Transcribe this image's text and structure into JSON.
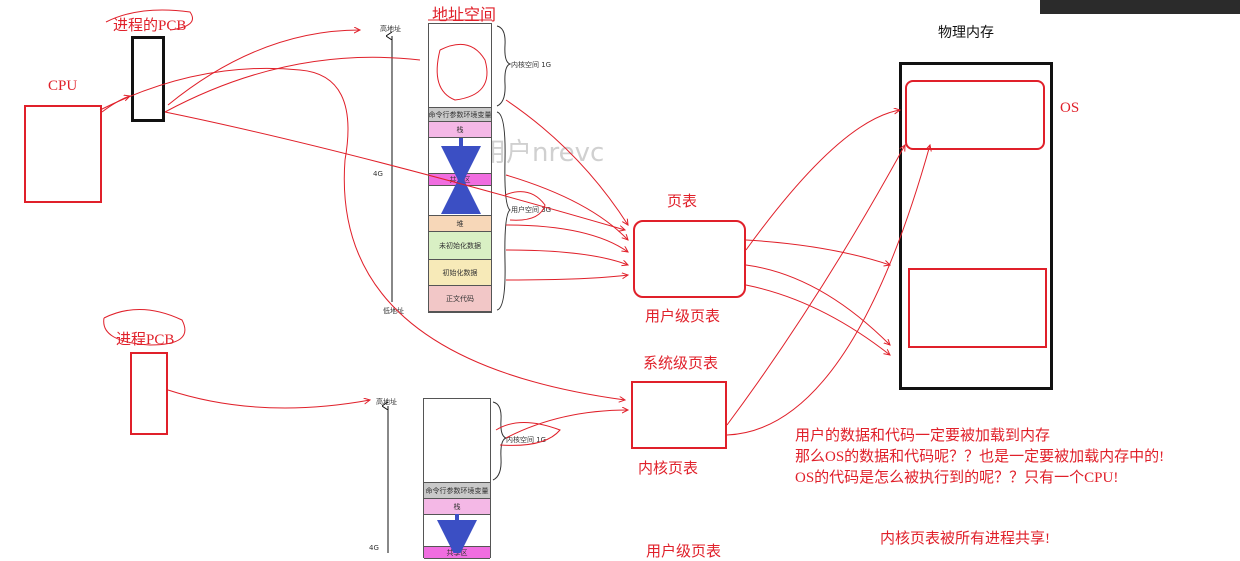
{
  "labels": {
    "cpu": "CPU",
    "pcb_top": "进程的PCB",
    "pcb_bottom": "进程PCB",
    "address_space": "地址空间",
    "physical_memory": "物理内存",
    "os": "OS",
    "page_table": "页表",
    "user_page_table": "用户级页表",
    "system_page_table": "系统级页表",
    "kernel_page_table": "内核页表",
    "user_page_table_bottom": "用户级页表",
    "kernel_shared": "内核页表被所有进程共享!"
  },
  "notes": [
    "用户的数据和代码一定要被加载到内存",
    "那么OS的数据和代码呢？？也是一定要被加载内存中的!",
    "OS的代码是怎么被执行到的呢？？只有一个CPU!"
  ],
  "address_axis": {
    "high": "高地址",
    "low": "低地址",
    "size": "4G",
    "kernel_space": "内核空间 1G",
    "user_space": "用户空间 3G"
  },
  "segments": {
    "env": "命令行参数环境变量",
    "stack": "栈",
    "shared": "共享区",
    "heap": "堆",
    "bss": "未初始化数据",
    "data": "初始化数据",
    "text": "正文代码"
  },
  "bottom_axis": {
    "high": "高地址",
    "size": "4G",
    "kernel_space": "内核空间 1G",
    "env": "命令行参数环境变量",
    "stack": "栈",
    "shared": "共享区"
  },
  "watermark": "微信用户nrevc",
  "colors": {
    "red": "#e0202a",
    "black": "#111111",
    "blue_arrow": "#3b4fc4",
    "seg_env": "#c9c9c9",
    "seg_stack": "#f4b8e6",
    "seg_shared": "#f06de0",
    "seg_heap": "#f7d7b8",
    "seg_bss": "#d9f0c4",
    "seg_data": "#f7eab8",
    "seg_text": "#f2c7c7"
  }
}
